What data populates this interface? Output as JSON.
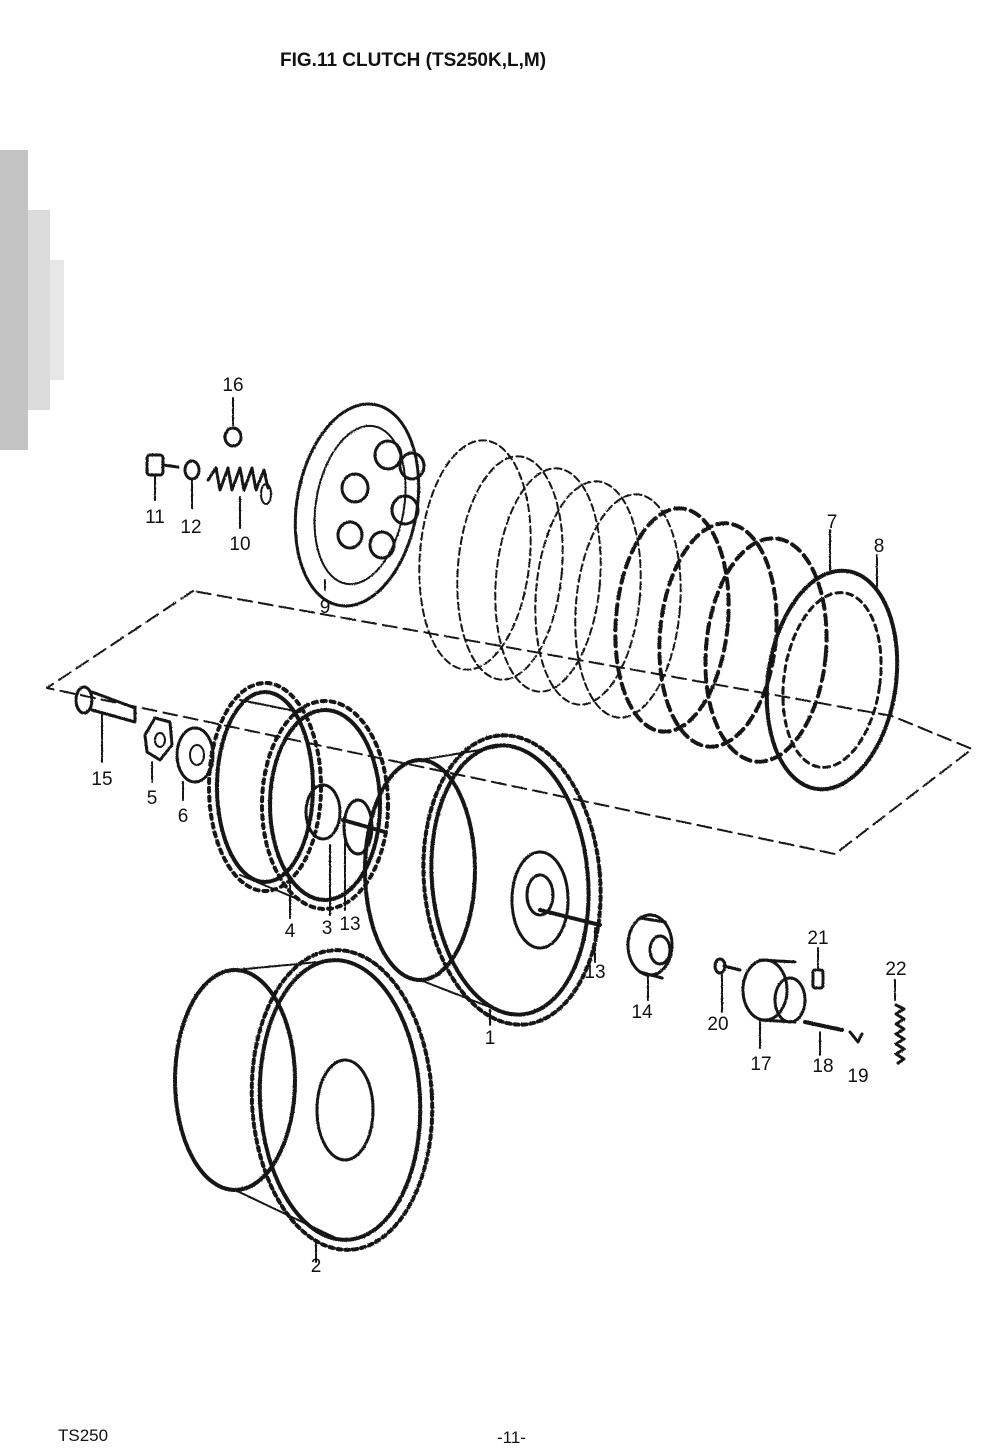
{
  "title": "FIG.11  CLUTCH (TS250K,L,M)",
  "footer": {
    "model": "TS250",
    "page": "-11-"
  },
  "callouts": {
    "c1": "1",
    "c2": "2",
    "c3": "3",
    "c4": "4",
    "c5": "5",
    "c6": "6",
    "c7": "7",
    "c8": "8",
    "c9": "9",
    "c10": "10",
    "c11": "11",
    "c12": "12",
    "c13a": "13",
    "c13b": "13",
    "c14": "14",
    "c15": "15",
    "c16": "16",
    "c17": "17",
    "c18": "18",
    "c19": "19",
    "c20": "20",
    "c21": "21",
    "c22": "22"
  }
}
